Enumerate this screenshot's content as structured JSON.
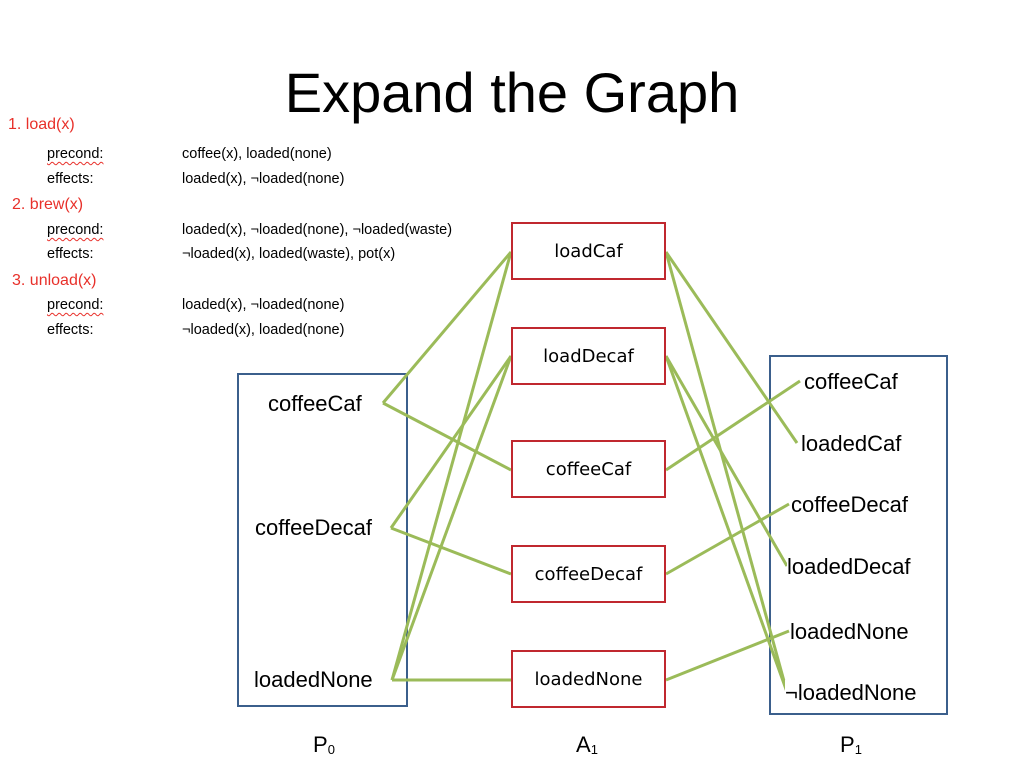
{
  "title": "Expand the Graph",
  "operators": [
    {
      "name": "1. load(x)",
      "precond_label": "precond:",
      "precond": "coffee(x), loaded(none)",
      "effects_label": "effects:",
      "effects": "loaded(x), ¬loaded(none)"
    },
    {
      "name": "2. brew(x)",
      "precond_label": "precond:",
      "precond": "loaded(x), ¬loaded(none), ¬loaded(waste)",
      "effects_label": "effects:",
      "effects": "¬loaded(x), loaded(waste), pot(x)"
    },
    {
      "name": "3. unload(x)",
      "precond_label": "precond:",
      "precond": "loaded(x), ¬loaded(none)",
      "effects_label": "effects:",
      "effects": "¬loaded(x), loaded(none)"
    }
  ],
  "levels": {
    "p0": {
      "label": "P",
      "sub": "0",
      "props": [
        "coffeeCaf",
        "coffeeDecaf",
        "loadedNone"
      ]
    },
    "a1": {
      "label": "A",
      "sub": "1",
      "actions": [
        "loadCaf",
        "loadDecaf",
        "coffeeCaf",
        "coffeeDecaf",
        "loadedNone"
      ]
    },
    "p1": {
      "label": "P",
      "sub": "1",
      "props": [
        "coffeeCaf",
        "loadedCaf",
        "coffeeDecaf",
        "loadedDecaf",
        "loadedNone",
        "¬loadedNone"
      ]
    }
  },
  "colors": {
    "edge": "#9bbb59",
    "action_border": "#c0282f",
    "level_border": "#3b5f8c",
    "operator_name": "#e8302a"
  }
}
